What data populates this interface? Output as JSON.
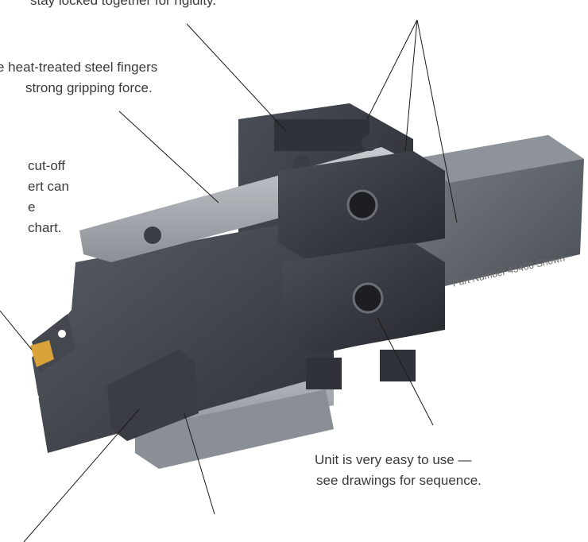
{
  "captions": {
    "top": "stay locked together for rigidity.",
    "fingers": [
      "e heat-treated steel fingers",
      "strong gripping force."
    ],
    "cutoff": [
      "cut-off",
      "ert can",
      "e",
      "chart."
    ],
    "unit": [
      "Unit is very easy to use —",
      "see drawings for sequence."
    ]
  },
  "part_number": "Part Number 43460 Shown",
  "colors": {
    "caption": "#3a3a3a",
    "leader": "#1a1a1a",
    "steel_dark": "#3d4047",
    "steel_light": "#a9adb3",
    "insert": "#d9a23a"
  }
}
